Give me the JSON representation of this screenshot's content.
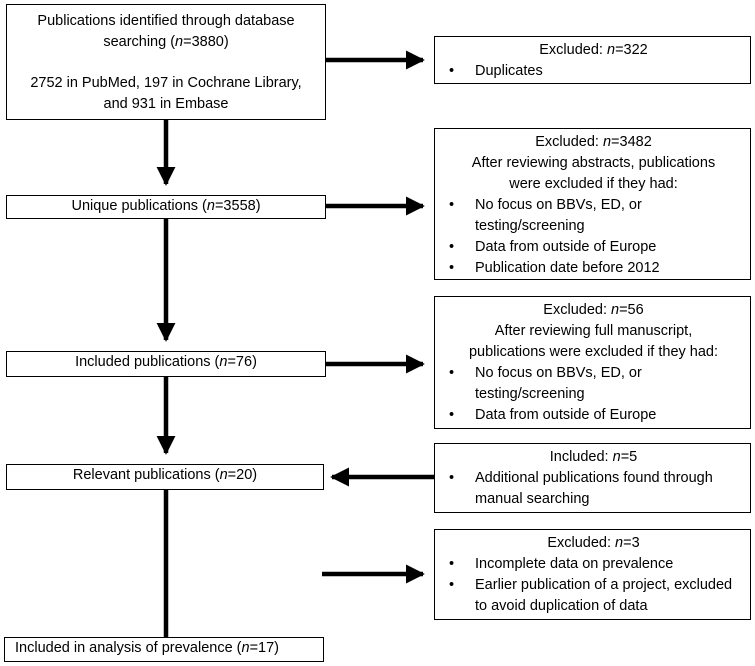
{
  "identified": {
    "line1": "Publications identified through database",
    "line2_pre": "searching (",
    "line2_n": "n",
    "line2_post": "=3880)",
    "line3": "2752 in PubMed, 197 in Cochrane Library,",
    "line4": "and 931 in Embase"
  },
  "excluded1": {
    "title_pre": "Excluded: ",
    "title_n": "n",
    "title_post": "=322",
    "bullets": [
      "Duplicates"
    ]
  },
  "unique": {
    "pre": "Unique publications (",
    "n": "n",
    "post": "=3558)"
  },
  "excluded2": {
    "title_pre": "Excluded: ",
    "title_n": "n",
    "title_post": "=3482",
    "intro1": "After reviewing abstracts, publications",
    "intro2": "were excluded if they had:",
    "bullets": [
      "No focus on BBVs, ED, or testing/screening",
      "Data from outside of Europe",
      "Publication date before 2012"
    ]
  },
  "included": {
    "pre": "Included publications (",
    "n": "n",
    "post": "=76)"
  },
  "excluded3": {
    "title_pre": "Excluded: ",
    "title_n": "n",
    "title_post": "=56",
    "intro1": "After reviewing full manuscript,",
    "intro2": "publications were excluded if they had:",
    "bullets": [
      "No focus on BBVs, ED, or testing/screening",
      "Data from outside of Europe"
    ]
  },
  "relevant": {
    "pre": "Relevant publications (",
    "n": "n",
    "post": "=20)"
  },
  "included2": {
    "title_pre": "Included: ",
    "title_n": "n",
    "title_post": "=5",
    "bullets": [
      "Additional publications found through manual searching"
    ]
  },
  "excluded4": {
    "title_pre": "Excluded: ",
    "title_n": "n",
    "title_post": "=3",
    "bullets": [
      "Incomplete data on prevalence",
      "Earlier publication of a project, excluded to avoid duplication of data"
    ]
  },
  "final": {
    "pre": "Included in analysis of prevalence (",
    "n": "n",
    "post": "=17)"
  }
}
